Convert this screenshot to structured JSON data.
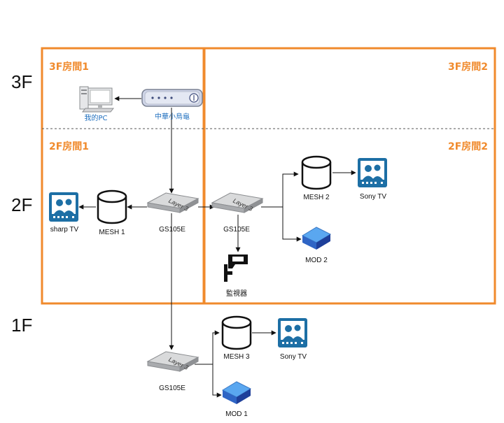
{
  "floors": {
    "f3": "3F",
    "f2": "2F",
    "f1": "1F"
  },
  "rooms": {
    "r3_1": "3F房間1",
    "r3_2": "3F房間2",
    "r2_1": "2F房間1",
    "r2_2": "2F房間2"
  },
  "devices": {
    "my_pc": "我的PC",
    "cht_router": "中華小烏龜",
    "sharp_tv": "sharp TV",
    "mesh1": "MESH 1",
    "switch_2f_a": "GS105E",
    "switch_2f_b": "GS105E",
    "mesh2": "MESH 2",
    "sony_tv_2f": "Sony TV",
    "mod2": "MOD 2",
    "camera": "監視器",
    "switch_1f": "GS105E",
    "mesh3": "MESH 3",
    "sony_tv_1f": "Sony TV",
    "mod1": "MOD 1"
  },
  "switch_face_text": "Layer 3",
  "colors": {
    "room_border": "#f08a2c",
    "room_label": "#f08a2c",
    "pc_label": "#1f6fbf",
    "tv_frame": "#1d6fa5"
  }
}
